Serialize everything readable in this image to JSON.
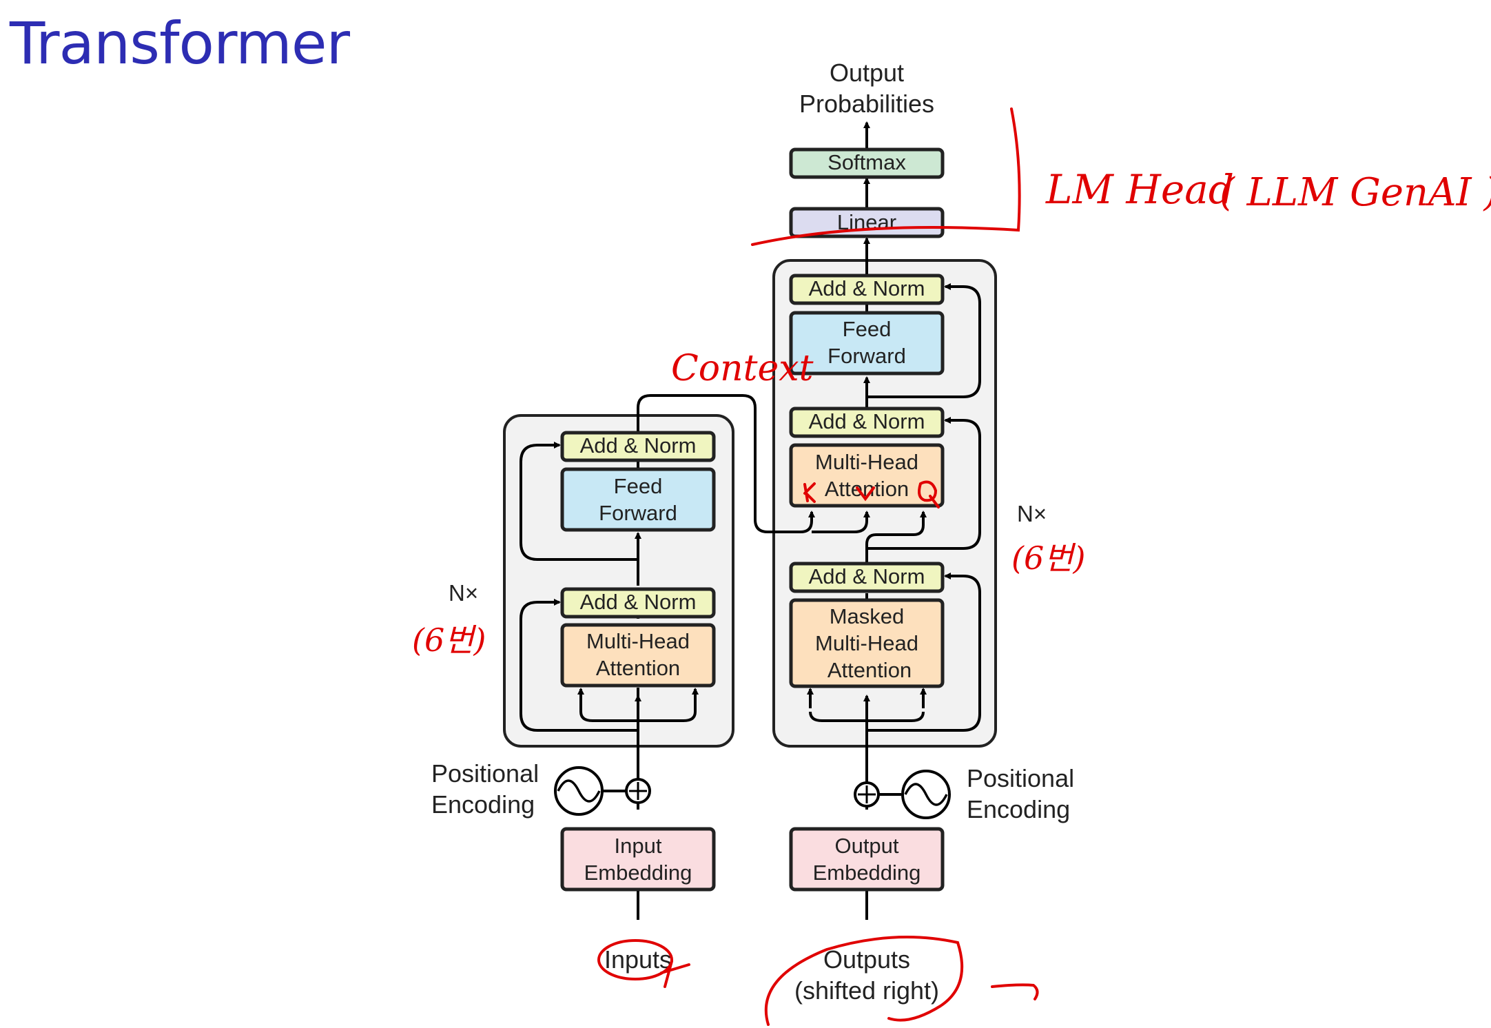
{
  "title": "Transformer",
  "encoder": {
    "add_norm_top": "Add & Norm",
    "feed_forward": [
      "Feed",
      "Forward"
    ],
    "add_norm_bottom": "Add & Norm",
    "attention": [
      "Multi-Head",
      "Attention"
    ],
    "nx": "N×",
    "positional_encoding": [
      "Positional",
      "Encoding"
    ],
    "embedding": [
      "Input",
      "Embedding"
    ],
    "input_label": "Inputs"
  },
  "decoder": {
    "linear": "Linear",
    "softmax": "Softmax",
    "output_probs": [
      "Output",
      "Probabilities"
    ],
    "add_norm_top": "Add & Norm",
    "feed_forward": [
      "Feed",
      "Forward"
    ],
    "add_norm_mid": "Add & Norm",
    "cross_attention": [
      "Multi-Head",
      "Attention"
    ],
    "add_norm_bottom": "Add & Norm",
    "masked_attention": [
      "Masked",
      "Multi-Head",
      "Attention"
    ],
    "nx": "N×",
    "positional_encoding": [
      "Positional",
      "Encoding"
    ],
    "embedding": [
      "Output",
      "Embedding"
    ],
    "input_label": [
      "Outputs",
      "(shifted right)"
    ]
  },
  "annotations": {
    "lm_head": "LM Head",
    "lm_head_paren": "( LLM GenAI )",
    "context": "Context",
    "encoder_times": "(6번)",
    "decoder_times": "(6번)",
    "k": "K",
    "v": "V",
    "q": "Q",
    "ink_color": "#e00000"
  },
  "colors": {
    "title": "#2d2db3",
    "softmax": "#cde8d3",
    "linear": "#dcdcf0",
    "add_norm": "#f0f5c0",
    "feed_forward": "#c8e8f5",
    "attention": "#fde0bd",
    "embedding": "#fadde0",
    "block_bg": "#f2f2f2"
  }
}
